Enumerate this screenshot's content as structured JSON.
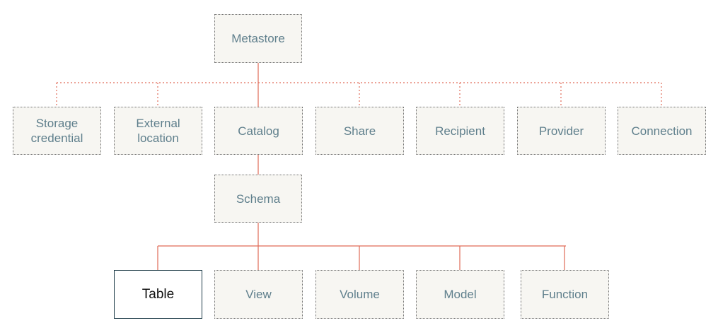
{
  "colors": {
    "connector": "#e06a57",
    "node_text": "#5f7f8c",
    "node_fill": "#f7f6f2",
    "selected_border": "#1d3b48"
  },
  "nodes": {
    "metastore": "Metastore",
    "storage_credential": "Storage\ncredential",
    "external_location": "External\nlocation",
    "catalog": "Catalog",
    "share": "Share",
    "recipient": "Recipient",
    "provider": "Provider",
    "connection": "Connection",
    "schema": "Schema",
    "table": "Table",
    "view": "View",
    "volume": "Volume",
    "model": "Model",
    "function": "Function"
  }
}
